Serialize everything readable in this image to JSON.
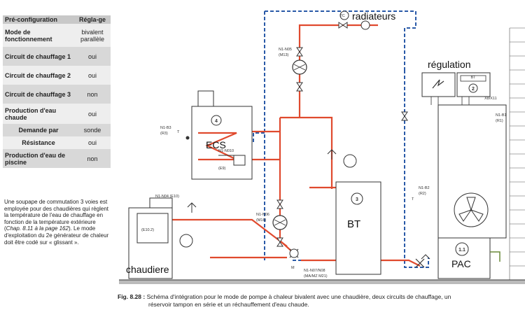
{
  "config_table": {
    "header": {
      "label": "Pré-configuration",
      "value": "Régla-ge"
    },
    "rows": [
      {
        "label": "Mode de fonctionnement",
        "value": "bivalent parallèle"
      },
      {
        "label": "Circuit de chauffage 1",
        "value": "oui"
      },
      {
        "label": "Circuit de chauffage 2",
        "value": "oui"
      },
      {
        "label": "Circuit de chauffage 3",
        "value": "non"
      },
      {
        "label": "Production d'eau chaude",
        "value": "oui"
      },
      {
        "label": "Demande par",
        "value": "sonde"
      },
      {
        "label": "Résistance",
        "value": "oui"
      },
      {
        "label": "Production d'eau de piscine",
        "value": "non"
      }
    ]
  },
  "note": {
    "part1": "Une soupape de commutation 3 voies est employée pour des chaudières qui règlent la température de l'eau de chauffage en fonction de la température extérieure (",
    "ref": "Chap. 8.11 à la page 162",
    "part2": "). Le mode d'exploitation du 2e générateur de chaleur doit être codé sur « glissant »."
  },
  "labels": {
    "radiateurs": "radiateurs",
    "regulation": "régulation",
    "ecs": "ECS",
    "bt": "BT",
    "chaudiere": "chaudiere",
    "pac": "PAC"
  },
  "codes": {
    "n105": "N1-N05",
    "m13": "(M13)",
    "tc": "TC",
    "b3": "N1-B3",
    "r3": "(R3)",
    "t": "T",
    "n1010": "N1-N010",
    "e9": "(E9)",
    "n106": "N1-N06",
    "m16": "(M16)",
    "n104": "N1-N04 (E10)",
    "e102": "(E10.2)",
    "n107": "N1-N07/N08",
    "mamz": "(MA/MZ M21)",
    "m": "M",
    "b2": "N1-B2",
    "r2": "(R2)",
    "x8": "X8/X11",
    "b1": "N1-B1",
    "r1": "(R1)",
    "num4": "4",
    "num3": "3",
    "num2": "2",
    "num11": "1.1",
    "bt_disp": "BT"
  },
  "caption": {
    "fig": "Fig. 8.28 :",
    "line1": " Schéma d'intégration pour le mode de pompe à chaleur bivalent avec une chaudière, deux circuits de chauffage, un",
    "line2": "réservoir tampon en série et un réchauffement d'eau chaude."
  },
  "colors": {
    "hot": "#e04a2e",
    "return": "#2a5aa8",
    "line": "#333333"
  }
}
